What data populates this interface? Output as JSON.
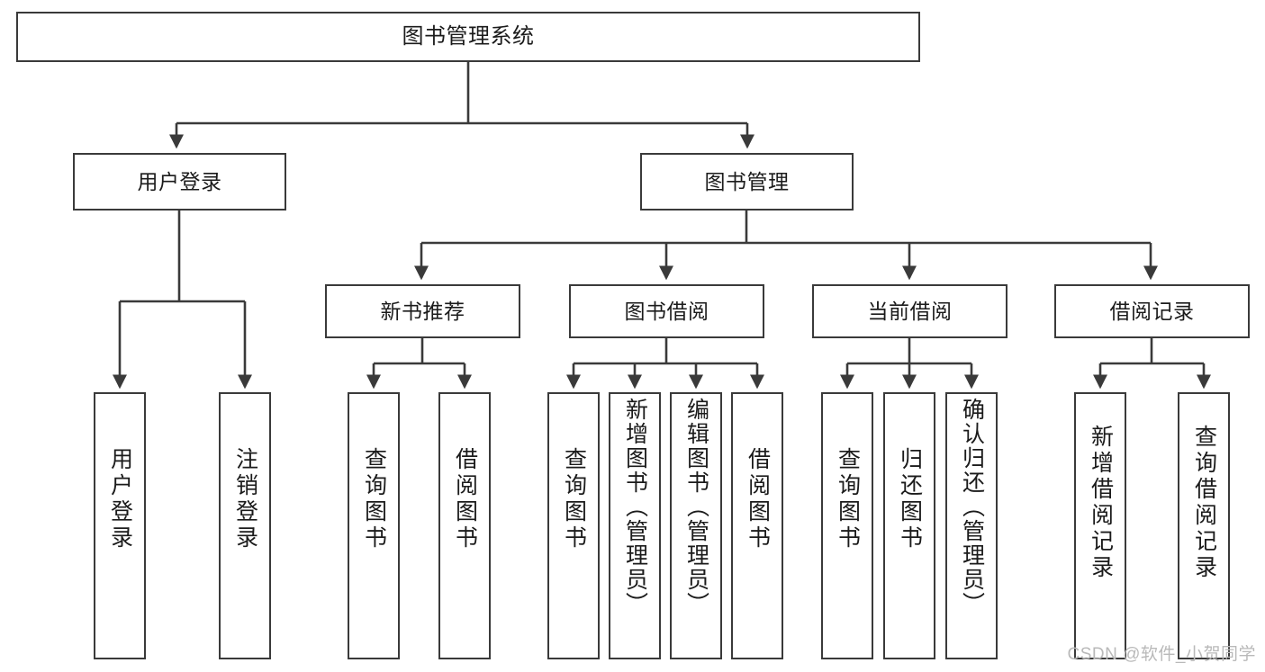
{
  "diagram": {
    "title": "图书管理系统",
    "type": "tree",
    "root": {
      "label": "图书管理系统"
    },
    "level2": [
      {
        "label": "用户登录"
      },
      {
        "label": "图书管理"
      }
    ],
    "level3": [
      {
        "label": "新书推荐"
      },
      {
        "label": "图书借阅"
      },
      {
        "label": "当前借阅"
      },
      {
        "label": "借阅记录"
      }
    ],
    "leaves": {
      "user_login": [
        {
          "label": "用户登录"
        },
        {
          "label": "注销登录"
        }
      ],
      "new_book_recommend": [
        {
          "label": "查询图书"
        },
        {
          "label": "借阅图书"
        }
      ],
      "book_borrow": [
        {
          "label": "查询图书"
        },
        {
          "label": "新增图书（管理员）"
        },
        {
          "label": "编辑图书（管理员）"
        },
        {
          "label": "借阅图书"
        }
      ],
      "current_borrow": [
        {
          "label": "查询图书"
        },
        {
          "label": "归还图书"
        },
        {
          "label": "确认归还（管理员）"
        }
      ],
      "borrow_record": [
        {
          "label": "新增借阅记录"
        },
        {
          "label": "查询借阅记录"
        }
      ]
    }
  },
  "watermark": {
    "text": "CSDN @软件_小贺同学"
  },
  "colors": {
    "stroke": "#3a3a3a",
    "box_fill": "#ffffff",
    "text": "#1b1b1b",
    "watermark": "#b9b9b9"
  }
}
